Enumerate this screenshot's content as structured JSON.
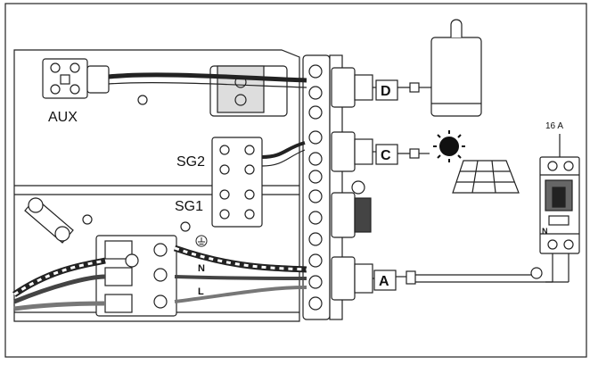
{
  "labels": {
    "aux": "AUX",
    "sg2": "SG2",
    "sg1": "SG1",
    "n_wire": "N",
    "l_wire": "L",
    "breaker_rating": "16 A",
    "breaker_n": "N"
  },
  "connectors": {
    "a": "A",
    "c": "C",
    "d": "D"
  },
  "icons": {
    "heater": "water-heater-icon",
    "sun": "sun-icon",
    "solar_panel": "solar-panel-icon",
    "breaker": "circuit-breaker-icon",
    "ground": "ground-icon"
  }
}
